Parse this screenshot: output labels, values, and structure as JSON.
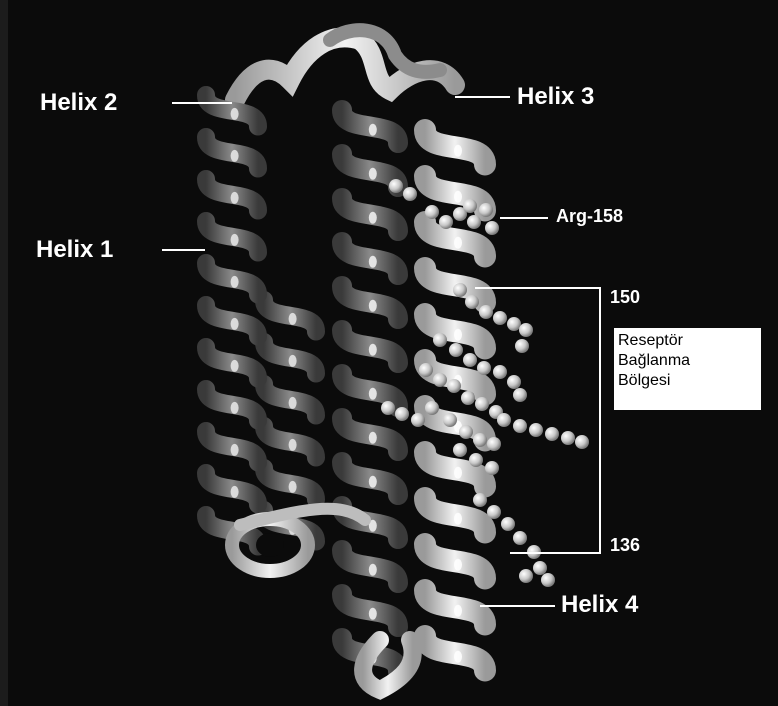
{
  "labels": {
    "helix1": "Helix 1",
    "helix2": "Helix 2",
    "helix3": "Helix 3",
    "helix4": "Helix 4",
    "arg": "Arg-158",
    "n150": "150",
    "n136": "136"
  },
  "region_box": {
    "line1": "Reseptör",
    "line2": "Bağlanma",
    "line3": "Bölgesi"
  },
  "colors": {
    "background": "#0b0b0b",
    "ribbon_dark": "#5a5a5a",
    "ribbon_light": "#d8d8d8",
    "label_text": "#ffffff",
    "box_fill": "#ffffff"
  }
}
